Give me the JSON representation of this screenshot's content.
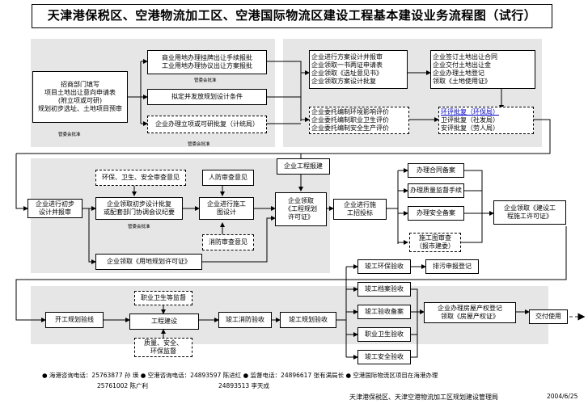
{
  "title": "天津港保税区、空港物流加工区、空港国际物流区建设工程基本建设业务流程图（试行）",
  "phase1": {
    "start_box": [
      "招商部门填写",
      "项目土地出让意向申请表",
      "(附立项或可研)",
      "规划初步选址、土地项目预审"
    ],
    "start_note": "管委会批准",
    "plan_box": [
      "商业用地办理挂牌出让手续报批",
      "工业用地办理协议出让方案报批"
    ],
    "plan_note": "管委会批准",
    "conditions_box": "拟定并发放规划设计条件",
    "approval_box": "企业办理立项或可研批复（计统局）",
    "approval_note": "管委会批准",
    "design_box": [
      "企业进行方案设计并报审",
      "企业领取一书两证申请表",
      "企业领取《选址意见书》",
      "企业领取方案设计批复"
    ],
    "contract_box": [
      "企业签订土地出让合同",
      "企业交付土地出让金",
      "企业办理土地登记",
      "领取《土地使用证》"
    ],
    "delegate_box": [
      "企业委托编制环境影响评价",
      "企业委托编制职业卫生评价",
      "企业委托编制安全生产评价"
    ],
    "eval_box": [
      "环评批复（环保局）",
      "卫评批复（社发局）",
      "安评批复（劳人局）"
    ]
  },
  "phase2": {
    "prelim_box": [
      "企业进行初步",
      "设计并报审"
    ],
    "review_box": "环保、卫生、安全审查意见",
    "receive_box": [
      "企业领取初步设计批复",
      "或配套部门协调会议纪要"
    ],
    "receive_note": "管委会批准",
    "civil_box": "人防审查意见",
    "construction_design_box": [
      "企业进行施工",
      "图设计"
    ],
    "fire_box": "消防审查意见",
    "land_permit_box": "企业领取《用地规划许可证》",
    "apply_box": "企业工程报建",
    "permit_box": [
      "企业领取",
      "《工程规划",
      "许可证》"
    ],
    "bid_box": [
      "企业进行施",
      "工招投标"
    ],
    "contract_record_box": "办理合同备案",
    "quality_box": "办理质量监督手续",
    "safety_box": "办理安全备案",
    "audit_box": [
      "施工图审查",
      "（报市建委）"
    ],
    "construction_permit_box": [
      "企业领取《建设工",
      "程施工许可证》"
    ]
  },
  "phase3": {
    "begin_box": "开工规划验线",
    "health_box": "职业卫生等监督",
    "build_box": "工程建设",
    "supervise_box": [
      "质量、安全、",
      "环保监督"
    ],
    "fire_accept_box": "竣工消防验收",
    "plan_accept_box": "竣工规划验收",
    "env_accept_box": "竣工环保验收",
    "pollution_box": "排污申报登记",
    "archive_box": "竣工档案验收",
    "record_box": "竣工验收备案",
    "property_box": [
      "企业办理房屋产权登记",
      "领取《房屋产权证》"
    ],
    "delivery_box": "交付使用",
    "hygiene_box": "职业卫生验收",
    "safety_accept_box": "竣工安全验收"
  },
  "footer": {
    "line1": "● 海港咨询电话：25763877  孙  瑛    ● 空港咨询电话：24893597 陈进红      ● 监督电话：24896617 张有满局长     ● 空港国际物流区项目在海港办理",
    "line2a": "25761002  陈广利",
    "line2b": "24893513 李天成",
    "issuer": "天津港保税区、天津空港物流加工区规划建设管理局",
    "date": "2004/6/25"
  }
}
